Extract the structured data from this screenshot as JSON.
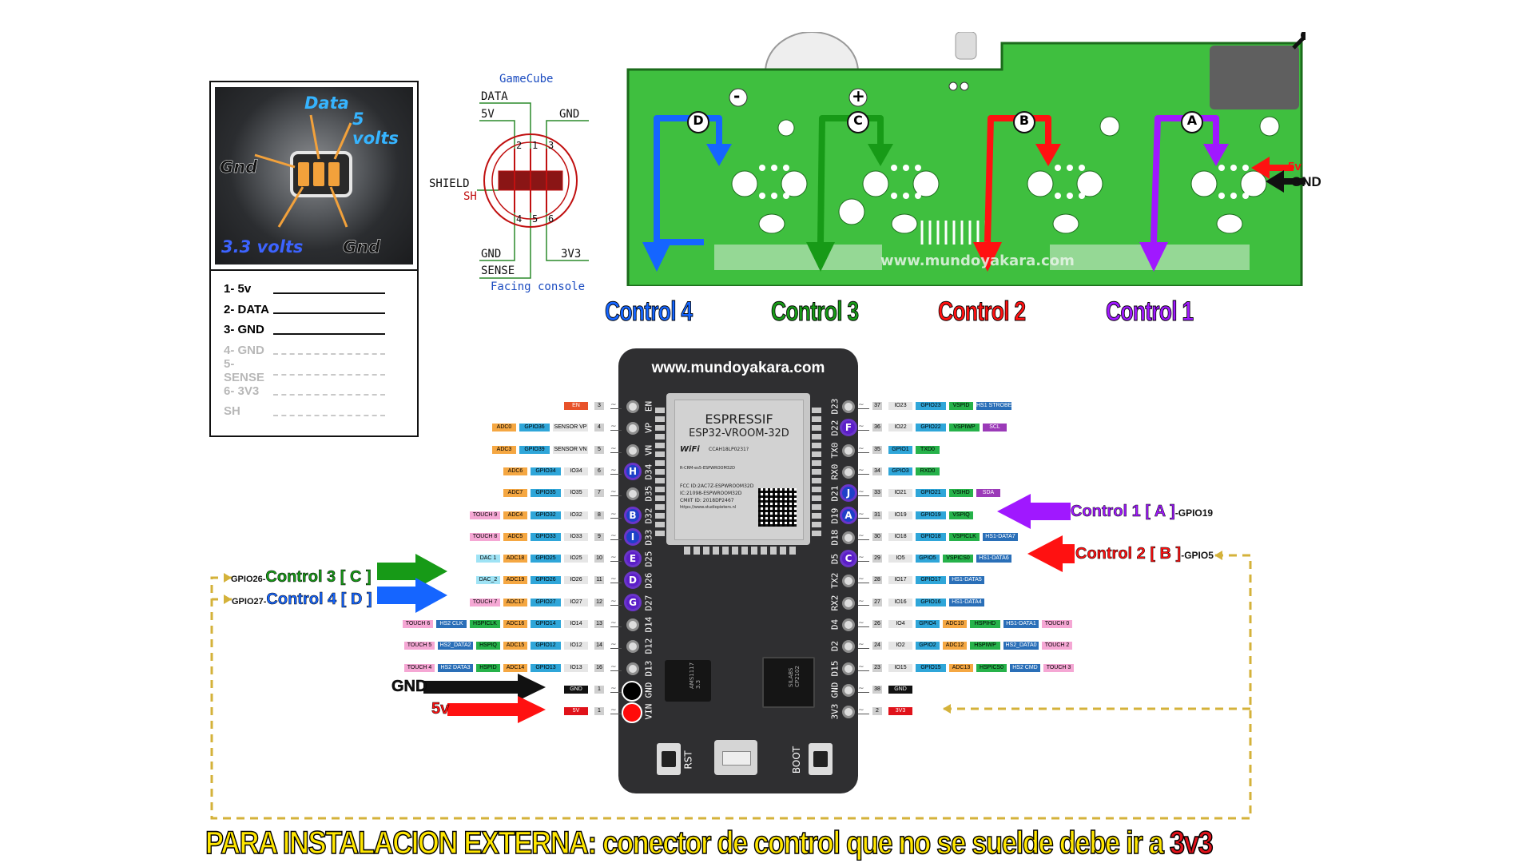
{
  "connector_photo": {
    "labels": {
      "data": "Data",
      "five_volts": "5 volts",
      "gnd_left": "Gnd",
      "three_three": "3.3 volts",
      "gnd_right": "Gnd"
    },
    "pin_list": [
      {
        "text": "1- 5v",
        "active": true
      },
      {
        "text": "2- DATA",
        "active": true
      },
      {
        "text": "3- GND",
        "active": true
      },
      {
        "text": "4- GND",
        "active": false
      },
      {
        "text": "5- SENSE",
        "active": false
      },
      {
        "text": "6- 3V3",
        "active": false
      },
      {
        "text": "SH",
        "active": false
      }
    ]
  },
  "gamecube_diagram": {
    "title": "GameCube",
    "data": "DATA",
    "v5": "5V",
    "gnd_top": "GND",
    "shield": "SHIELD",
    "sh": "SH",
    "gnd_bottom": "GND",
    "v33": "3V3",
    "sense": "SENSE",
    "caption": "Facing console",
    "pin_numbers": [
      "1",
      "2",
      "3",
      "4",
      "5",
      "6"
    ]
  },
  "pcb": {
    "minus": "-",
    "plus": "+",
    "watermark": "www.mundoyakara.com",
    "gnd_label": "GND",
    "v5_label": "5v",
    "ports": [
      {
        "letter": "D",
        "label": "Control 4",
        "color": "#1565ff"
      },
      {
        "letter": "C",
        "label": "Control 3",
        "color": "#179a17"
      },
      {
        "letter": "B",
        "label": "Control 2",
        "color": "#ff1111"
      },
      {
        "letter": "A",
        "label": "Control 1",
        "color": "#a018ff"
      }
    ]
  },
  "board": {
    "site": "www.mundoyakara.com",
    "module_brand": "ESPRESSIF",
    "module_model": "ESP32-VROOM-32D",
    "module_lines": [
      "CCAH18LP0231?",
      "R-CRM-es5-ESPWROOM32D",
      "FCC ID:2AC7Z-ESPWROOM32D",
      "IC:21098-ESPWROOM32D",
      "CMIIT ID: 2018DP2467",
      "https://www.studiopieters.nl"
    ],
    "rst": "RST",
    "boot": "BOOT",
    "chip1": "AMS1117 3.3",
    "chip2": "SILABS CP2102",
    "left_pins": [
      {
        "num": "3",
        "name": "EN",
        "circle": "",
        "tags": [
          [
            "EN",
            "#e8522a"
          ]
        ]
      },
      {
        "num": "4",
        "name": "VP",
        "circle": "",
        "tags": [
          [
            "ADC0",
            "#f5a742"
          ],
          [
            "GPIO36",
            "#2fa6d9"
          ],
          [
            "SENSOR VP",
            "#e6e6e6"
          ]
        ]
      },
      {
        "num": "5",
        "name": "VN",
        "circle": "",
        "tags": [
          [
            "ADC3",
            "#f5a742"
          ],
          [
            "GPIO39",
            "#2fa6d9"
          ],
          [
            "SENSOR VN",
            "#e6e6e6"
          ]
        ]
      },
      {
        "num": "6",
        "name": "D34",
        "circle": "H",
        "tags": [
          [
            "ADC6",
            "#f5a742"
          ],
          [
            "GPIO34",
            "#2fa6d9"
          ],
          [
            "IO34",
            "#e6e6e6"
          ]
        ]
      },
      {
        "num": "7",
        "name": "D35",
        "circle": "",
        "tags": [
          [
            "ADC7",
            "#f5a742"
          ],
          [
            "GPIO35",
            "#2fa6d9"
          ],
          [
            "IO35",
            "#e6e6e6"
          ]
        ]
      },
      {
        "num": "8",
        "name": "D32",
        "circle": "B",
        "tags": [
          [
            "TOUCH 9",
            "#f5a7d4"
          ],
          [
            "ADC4",
            "#f5a742"
          ],
          [
            "GPIO32",
            "#2fa6d9"
          ],
          [
            "IO32",
            "#e6e6e6"
          ]
        ]
      },
      {
        "num": "9",
        "name": "D33",
        "circle": "I",
        "tags": [
          [
            "TOUCH 8",
            "#f5a7d4"
          ],
          [
            "ADC5",
            "#f5a742"
          ],
          [
            "GPIO33",
            "#2fa6d9"
          ],
          [
            "IO33",
            "#e6e6e6"
          ]
        ]
      },
      {
        "num": "10",
        "name": "D25",
        "circle": "E",
        "tags": [
          [
            "DAC 1",
            "#9fe3f5"
          ],
          [
            "ADC18",
            "#f5a742"
          ],
          [
            "GPIO25",
            "#2fa6d9"
          ],
          [
            "IO25",
            "#e6e6e6"
          ]
        ]
      },
      {
        "num": "11",
        "name": "D26",
        "circle": "D",
        "tags": [
          [
            "DAC_2",
            "#9fe3f5"
          ],
          [
            "ADC19",
            "#f5a742"
          ],
          [
            "GPIO26",
            "#2fa6d9"
          ],
          [
            "IO26",
            "#e6e6e6"
          ]
        ]
      },
      {
        "num": "12",
        "name": "D27",
        "circle": "G",
        "tags": [
          [
            "TOUCH 7",
            "#f5a7d4"
          ],
          [
            "ADC17",
            "#f5a742"
          ],
          [
            "GPIO27",
            "#2fa6d9"
          ],
          [
            "IO27",
            "#e6e6e6"
          ]
        ]
      },
      {
        "num": "13",
        "name": "D14",
        "circle": "",
        "tags": [
          [
            "TOUCH 6",
            "#f5a7d4"
          ],
          [
            "HS2 CLK",
            "#2a6fb8"
          ],
          [
            "HSPICLK",
            "#26b24a"
          ],
          [
            "ADC16",
            "#f5a742"
          ],
          [
            "GPIO14",
            "#2fa6d9"
          ],
          [
            "IO14",
            "#e6e6e6"
          ]
        ]
      },
      {
        "num": "14",
        "name": "D12",
        "circle": "",
        "tags": [
          [
            "TOUCH 5",
            "#f5a7d4"
          ],
          [
            "HS2_DATA2",
            "#2a6fb8"
          ],
          [
            "HSPIQ",
            "#26b24a"
          ],
          [
            "ADC15",
            "#f5a742"
          ],
          [
            "GPIO12",
            "#2fa6d9"
          ],
          [
            "IO12",
            "#e6e6e6"
          ]
        ]
      },
      {
        "num": "16",
        "name": "D13",
        "circle": "",
        "tags": [
          [
            "TOUCH 4",
            "#f5a7d4"
          ],
          [
            "HS2 DATA3",
            "#2a6fb8"
          ],
          [
            "HSPID",
            "#26b24a"
          ],
          [
            "ADC14",
            "#f5a742"
          ],
          [
            "GPIO13",
            "#2fa6d9"
          ],
          [
            "IO13",
            "#e6e6e6"
          ]
        ]
      },
      {
        "num": "1",
        "name": "GND",
        "circle": "black",
        "tags": [
          [
            "GND",
            "#111"
          ]
        ]
      },
      {
        "num": "1",
        "name": "VIN",
        "circle": "red",
        "tags": [
          [
            "5V",
            "#e0121a"
          ]
        ]
      }
    ],
    "right_pins": [
      {
        "num": "37",
        "name": "D23",
        "circle": "",
        "tags": [
          [
            "IO23",
            "#e6e6e6"
          ],
          [
            "GPIO23",
            "#2fa6d9"
          ],
          [
            "VSPID",
            "#26b24a"
          ],
          [
            "HS1 STROBE",
            "#2a6fb8"
          ]
        ]
      },
      {
        "num": "36",
        "name": "D22",
        "circle": "F",
        "tags": [
          [
            "IO22",
            "#e6e6e6"
          ],
          [
            "GPIO22",
            "#2fa6d9"
          ],
          [
            "VSPIWP",
            "#26b24a"
          ],
          [
            "SCL",
            "#9b3ab8"
          ]
        ]
      },
      {
        "num": "35",
        "name": "TX0",
        "circle": "",
        "tags": [
          [
            "GPIO1",
            "#2fa6d9"
          ],
          [
            "TXD0",
            "#26b24a"
          ]
        ]
      },
      {
        "num": "34",
        "name": "RX0",
        "circle": "",
        "tags": [
          [
            "GPIO3",
            "#2fa6d9"
          ],
          [
            "RXD0",
            "#26b24a"
          ]
        ]
      },
      {
        "num": "33",
        "name": "D21",
        "circle": "J",
        "tags": [
          [
            "IO21",
            "#e6e6e6"
          ],
          [
            "GPIO21",
            "#2fa6d9"
          ],
          [
            "VSIHD",
            "#26b24a"
          ],
          [
            "SDA",
            "#9b3ab8"
          ]
        ]
      },
      {
        "num": "31",
        "name": "D19",
        "circle": "A",
        "tags": [
          [
            "IO19",
            "#e6e6e6"
          ],
          [
            "GPIO19",
            "#2fa6d9"
          ],
          [
            "VSPIQ",
            "#26b24a"
          ]
        ]
      },
      {
        "num": "30",
        "name": "D18",
        "circle": "",
        "tags": [
          [
            "IO18",
            "#e6e6e6"
          ],
          [
            "GPIO18",
            "#2fa6d9"
          ],
          [
            "VSPICLK",
            "#26b24a"
          ],
          [
            "HS1-DATA7",
            "#2a6fb8"
          ]
        ]
      },
      {
        "num": "29",
        "name": "D5",
        "circle": "C",
        "tags": [
          [
            "IO5",
            "#e6e6e6"
          ],
          [
            "GPIO5",
            "#2fa6d9"
          ],
          [
            "VSPICS0",
            "#26b24a"
          ],
          [
            "HS1-DATA6",
            "#2a6fb8"
          ]
        ]
      },
      {
        "num": "28",
        "name": "TX2",
        "circle": "",
        "tags": [
          [
            "IO17",
            "#e6e6e6"
          ],
          [
            "GPIO17",
            "#2fa6d9"
          ],
          [
            "HS1-DATA5",
            "#2a6fb8"
          ]
        ]
      },
      {
        "num": "27",
        "name": "RX2",
        "circle": "",
        "tags": [
          [
            "IO16",
            "#e6e6e6"
          ],
          [
            "GPIO16",
            "#2fa6d9"
          ],
          [
            "HS1-DATA4",
            "#2a6fb8"
          ]
        ]
      },
      {
        "num": "26",
        "name": "D4",
        "circle": "",
        "tags": [
          [
            "IO4",
            "#e6e6e6"
          ],
          [
            "GPIO4",
            "#2fa6d9"
          ],
          [
            "ADC10",
            "#f5a742"
          ],
          [
            "HSPIHD",
            "#26b24a"
          ],
          [
            "HS1-DATA1",
            "#2a6fb8"
          ],
          [
            "TOUCH 0",
            "#f5a7d4"
          ]
        ]
      },
      {
        "num": "24",
        "name": "D2",
        "circle": "",
        "tags": [
          [
            "IO2",
            "#e6e6e6"
          ],
          [
            "GPIO2",
            "#2fa6d9"
          ],
          [
            "ADC12",
            "#f5a742"
          ],
          [
            "HSPIWP",
            "#26b24a"
          ],
          [
            "HS2_DATA0",
            "#2a6fb8"
          ],
          [
            "TOUCH 2",
            "#f5a7d4"
          ]
        ]
      },
      {
        "num": "23",
        "name": "D15",
        "circle": "",
        "tags": [
          [
            "IO15",
            "#e6e6e6"
          ],
          [
            "GPIO15",
            "#2fa6d9"
          ],
          [
            "ADC13",
            "#f5a742"
          ],
          [
            "HSPICS0",
            "#26b24a"
          ],
          [
            "HS2 CMD",
            "#2a6fb8"
          ],
          [
            "TOUCH 3",
            "#f5a7d4"
          ]
        ]
      },
      {
        "num": "38",
        "name": "GND",
        "circle": "",
        "tags": [
          [
            "GND",
            "#111"
          ]
        ]
      },
      {
        "num": "2",
        "name": "3V3",
        "circle": "",
        "tags": [
          [
            "3V3",
            "#e0121a"
          ]
        ]
      }
    ]
  },
  "annotations": {
    "control1": {
      "main": "Control 1 [ A ]",
      "gpio": "-GPIO19"
    },
    "control2": {
      "main": "Control 2 [ B ]",
      "gpio": "-GPIO5"
    },
    "control3": {
      "prefix": "GPIO26-",
      "main": "Control 3 [ C ]"
    },
    "control4": {
      "prefix": "GPIO27-",
      "main": "Control 4 [ D ]"
    },
    "gnd": "GND",
    "v5": "5v"
  },
  "footer": {
    "part1": "PARA INSTALACION EXTERNA:",
    "part2": " conector de control que no se suelde debe ir a ",
    "part3": "3v3"
  }
}
